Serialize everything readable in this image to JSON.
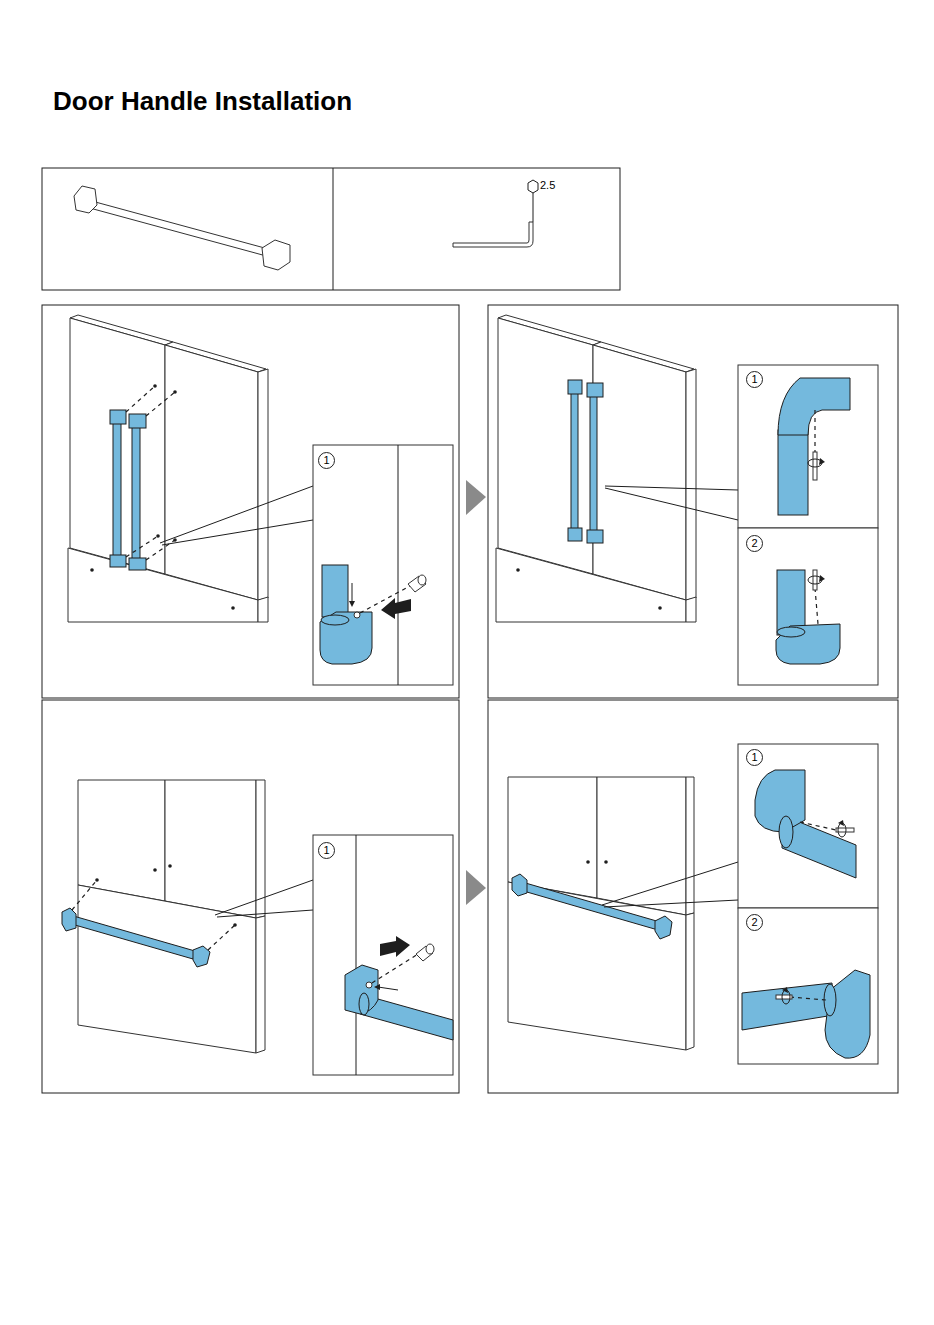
{
  "diagram": {
    "title": "Door Handle Installation",
    "nodes": [
      {
        "text": [
          "1"
        ]
      },
      {
        "text": [
          "1"
        ]
      },
      {
        "text": [
          "2"
        ]
      },
      {
        "text": [
          "1"
        ]
      },
      {
        "text": [
          "1"
        ]
      },
      {
        "text": [
          "2"
        ]
      }
    ],
    "labels": [
      "2.5"
    ]
  }
}
